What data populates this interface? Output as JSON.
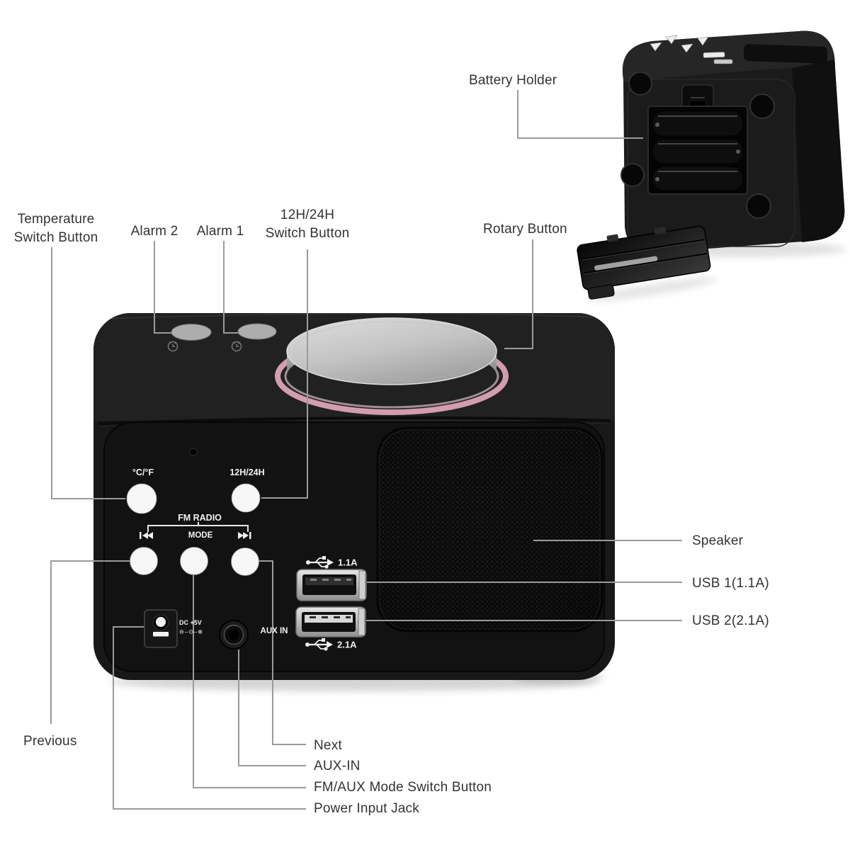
{
  "page": {
    "description": "Annotated parts diagram of a black cube alarm clock FM radio speaker, front view with silver rotary knob plus rear/bottom view with battery holder and battery cover",
    "background": "#ffffff"
  },
  "colors": {
    "callout_line": "#9b9b9b",
    "label_text": "#333333",
    "device_body": "#181818",
    "knob_silver": "#c2c2c2",
    "knob_glow_pink": "#f2b3c9",
    "marking_white": "#f2f2f2",
    "button_white": "#f7f7f7",
    "alarm_button_gray": "#adadad"
  },
  "callouts": {
    "temperature": {
      "line1": "Temperature",
      "line2": "Switch Button"
    },
    "alarm2": {
      "label": "Alarm 2"
    },
    "alarm1": {
      "label": "Alarm 1"
    },
    "hour_switch": {
      "line1": "12H/24H",
      "line2": "Switch Button"
    },
    "battery": {
      "label": "Battery Holder"
    },
    "rotary": {
      "label": "Rotary Button"
    },
    "previous": {
      "label": "Previous"
    },
    "speaker": {
      "label": "Speaker"
    },
    "usb1": {
      "label": "USB 1(1.1A)"
    },
    "usb2": {
      "label": "USB 2(2.1A)"
    },
    "next": {
      "label": "Next"
    },
    "aux_in": {
      "label": "AUX-IN"
    },
    "fm_aux": {
      "label": "FM/AUX Mode Switch Button"
    },
    "power": {
      "label": "Power Input Jack"
    }
  },
  "markings": {
    "temp_unit": "°C/°F",
    "hour_format": "12H/24H",
    "fm_radio": "FM RADIO",
    "mode": "MODE",
    "aux_in": "AUX IN",
    "usb1_current": "1.1A",
    "usb2_current": "2.1A",
    "dc_voltage": "DC +5V",
    "dc_polarity": "⊖–⊙–⊕"
  },
  "icons": {
    "previous_track_icon": "bar + double left triangles",
    "next_track_icon": "double right triangles + bar",
    "alarm_clock_icon": "small clock glyph under each alarm button",
    "usb_icon": "USB trident symbol before 1.1A and 2.1A markings"
  }
}
